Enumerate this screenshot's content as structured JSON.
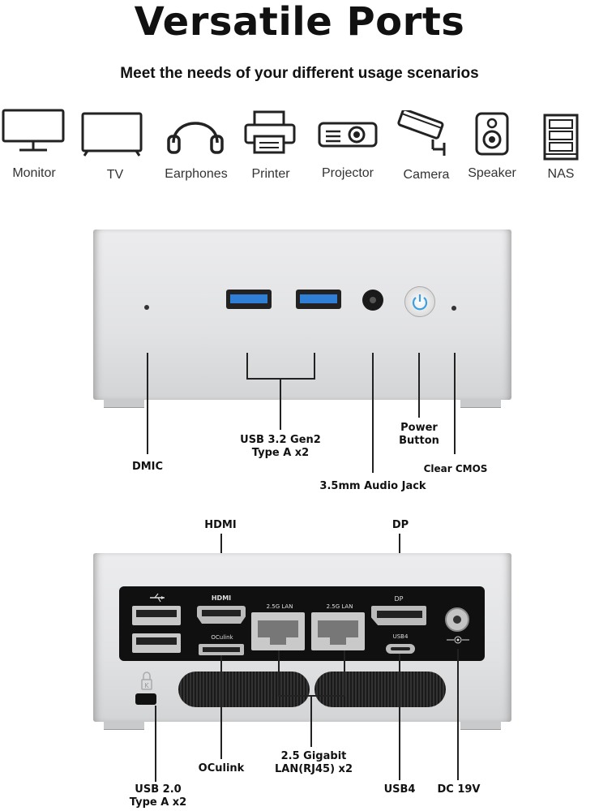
{
  "header": {
    "title": "Versatile Ports",
    "subtitle": "Meet the needs of your different usage scenarios"
  },
  "devices": [
    {
      "label": "Monitor",
      "icon": "monitor-icon"
    },
    {
      "label": "TV",
      "icon": "tv-icon"
    },
    {
      "label": "Earphones",
      "icon": "headphones-icon"
    },
    {
      "label": "Printer",
      "icon": "printer-icon"
    },
    {
      "label": "Projector",
      "icon": "projector-icon"
    },
    {
      "label": "Camera",
      "icon": "camera-icon"
    },
    {
      "label": "Speaker",
      "icon": "speaker-icon"
    },
    {
      "label": "NAS",
      "icon": "nas-icon"
    }
  ],
  "front": {
    "dmic": "DMIC",
    "usb32": [
      "USB 3.2 Gen2",
      "Type A x2"
    ],
    "power": [
      "Power",
      "Button"
    ],
    "clear_cmos": "Clear CMOS",
    "audio": "3.5mm Audio Jack"
  },
  "rear": {
    "hdmi": "HDMI",
    "dp": "DP",
    "oculink": "OCulink",
    "lan": [
      "2.5 Gigabit",
      "LAN(RJ45) x2"
    ],
    "usb4": "USB4",
    "dc": "DC 19V",
    "usb20": [
      "USB 2.0",
      "Type A x2"
    ],
    "panel_labels": {
      "hdmi": "HDMI",
      "oculink": "OCulink",
      "lan1": "2.5G LAN",
      "lan2": "2.5G LAN",
      "dp": "DP",
      "usb4": "USB4"
    }
  },
  "colors": {
    "usb3_blue": "#2f7fd6",
    "power_blue": "#3aa0e0",
    "panel": "#101010",
    "chassis": "#e1e2e4"
  }
}
